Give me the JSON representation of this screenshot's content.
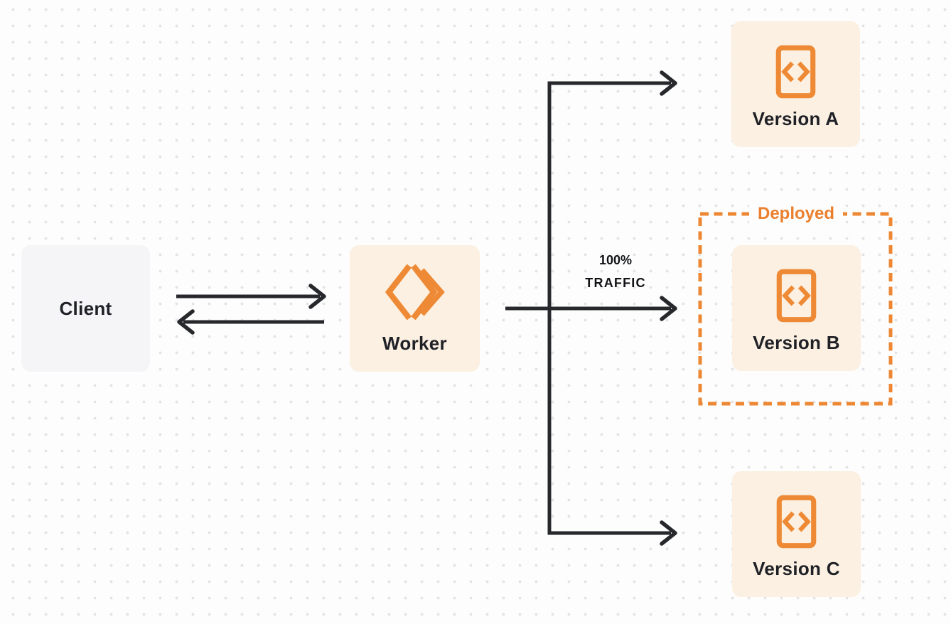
{
  "diagram": {
    "client": {
      "label": "Client"
    },
    "worker": {
      "label": "Worker"
    },
    "versions": [
      {
        "label": "Version A"
      },
      {
        "label": "Version B"
      },
      {
        "label": "Version C"
      }
    ],
    "deployed_badge": "Deployed",
    "traffic_label": {
      "line1": "100%",
      "line2": "TRAFFIC"
    },
    "colors": {
      "accent_orange": "#ed8733",
      "node_cream_bg": "#fbf0e1",
      "client_gray_bg": "#f5f5f7",
      "connector_dark": "#26282c",
      "text_dark": "#1f2127",
      "page_bg": "#fdfdfd",
      "dot_grid": "#e3e3e5"
    }
  }
}
